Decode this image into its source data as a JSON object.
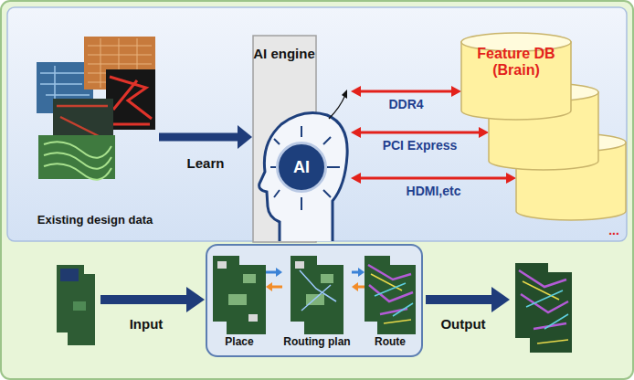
{
  "diagram": {
    "nodes": [
      {
        "text": [
          "Existing design data"
        ]
      },
      {
        "text": [
          "AI engine"
        ]
      },
      {
        "text": [
          "AI"
        ],
        "in": 1
      },
      {
        "text": [
          "Feature DB (Brain)"
        ]
      },
      {
        "text": [
          "Place"
        ]
      },
      {
        "text": [
          "Routing plan"
        ]
      },
      {
        "text": [
          "Route"
        ]
      }
    ],
    "edges": [
      {
        "from": 0,
        "to": 1,
        "arrow": "to",
        "label": "Learn"
      },
      {
        "from": 1,
        "to": 3,
        "arrow": "both",
        "label": "DDR4"
      },
      {
        "from": 1,
        "to": 3,
        "arrow": "both",
        "label": "PCI Express"
      },
      {
        "from": 1,
        "to": 3,
        "arrow": "both",
        "label": "HDMI,etc"
      },
      {
        "from": 4,
        "to": 5,
        "arrow": "to"
      },
      {
        "from": 5,
        "to": 4,
        "arrow": "to"
      },
      {
        "from": 5,
        "to": 6,
        "arrow": "to"
      },
      {
        "from": 6,
        "to": 5,
        "arrow": "to"
      }
    ],
    "labels": [
      "Input",
      "Output",
      "..."
    ]
  }
}
